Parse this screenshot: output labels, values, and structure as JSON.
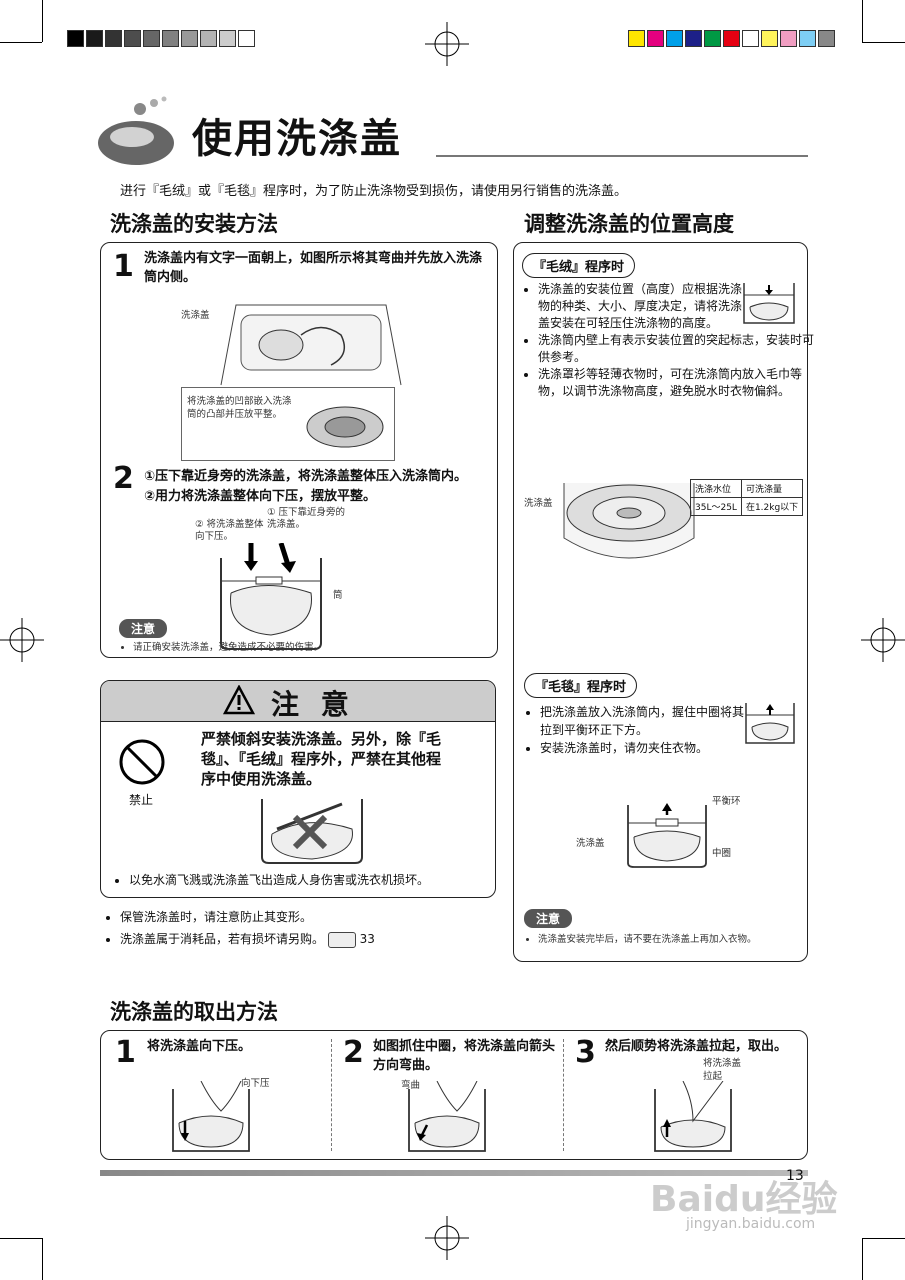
{
  "header": {
    "title": "使用洗涤盖",
    "intro": "进行『毛绒』或『毛毯』程序时，为了防止洗涤物受到损伤，请使用另行销售的洗涤盖。"
  },
  "install": {
    "heading": "洗涤盖的安装方法",
    "step1": {
      "number": "1",
      "text": "洗涤盖内有文字一面朝上，如图所示将其弯曲并先放入洗涤筒内侧。",
      "label_cover": "洗涤盖",
      "callout": "将洗涤盖的凹部嵌入洗涤筒的凸部并压放平整。"
    },
    "step2": {
      "number": "2",
      "line1": "①压下靠近身旁的洗涤盖，将洗涤盖整体压入洗涤筒内。",
      "line2": "②用力将洗涤盖整体向下压，摆放平整。",
      "label1": "① 压下靠近身旁的洗涤盖。",
      "label2": "② 将洗涤盖整体向下压。",
      "label_tub": "筒"
    },
    "note_badge": "注意",
    "note_text": "请正确安装洗涤盖，避免造成不必要的伤害。"
  },
  "caution": {
    "heading": "注 意",
    "warning": "严禁倾斜安装洗涤盖。另外，除『毛毯』、『毛绒』程序外，严禁在其他程序中使用洗涤盖。",
    "prohibit_label": "禁止",
    "bullet": "以免水滴飞溅或洗涤盖飞出造成人身伤害或洗衣机损坏。"
  },
  "extra_notes": {
    "n1": "保管洗涤盖时，请注意防止其变形。",
    "n2": "洗涤盖属于消耗品，若有损坏请另购。",
    "ref": "33"
  },
  "adjust": {
    "heading": "调整洗涤盖的位置高度",
    "plush_label": "『毛绒』程序时",
    "plush_bullets": [
      "洗涤盖的安装位置（高度）应根据洗涤物的种类、大小、厚度决定，请将洗涤盖安装在可轻压住洗涤物的高度。",
      "洗涤筒内壁上有表示安装位置的突起标志，安装时可供参考。",
      "洗涤罩衫等轻薄衣物时，可在洗涤筒内放入毛巾等物，以调节洗涤物高度，避免脱水时衣物偏斜。"
    ],
    "table": {
      "headers": [
        "洗涤水位",
        "可洗涤量"
      ],
      "row": [
        "35L～25L",
        "在1.2kg以下"
      ]
    },
    "diagram_label": "洗涤盖",
    "blanket_label": "『毛毯』程序时",
    "blanket_bullets": [
      "把洗涤盖放入洗涤筒内，握住中圈将其拉到平衡环正下方。",
      "安装洗涤盖时，请勿夹住衣物。"
    ],
    "label_balance": "平衡环",
    "label_cover": "洗涤盖",
    "label_ring": "中圈",
    "note_badge": "注意",
    "note_text": "洗涤盖安装完毕后，请不要在洗涤盖上再加入衣物。"
  },
  "remove": {
    "heading": "洗涤盖的取出方法",
    "steps": [
      {
        "number": "1",
        "text": "将洗涤盖向下压。",
        "label": "向下压"
      },
      {
        "number": "2",
        "text": "如图抓住中圈，将洗涤盖向箭头方向弯曲。",
        "label": "弯曲"
      },
      {
        "number": "3",
        "text": "然后顺势将洗涤盖拉起，取出。",
        "label": "将洗涤盖拉起"
      }
    ]
  },
  "footer": {
    "page_number": "13",
    "watermark": "Baidu经验",
    "watermark_url": "jingyan.baidu.com"
  },
  "colors": {
    "accent_gray": "#777777",
    "swatches_gray": [
      "#000000",
      "#1a1a1a",
      "#333333",
      "#4d4d4d",
      "#666666",
      "#808080",
      "#999999",
      "#b3b3b3",
      "#cccccc",
      "#ffffff"
    ],
    "swatches_color": [
      "#ffe600",
      "#e4007f",
      "#00a0e9",
      "#1d2088",
      "#009944",
      "#e60012",
      "#ffffff",
      "#fff45c",
      "#f19ec2",
      "#7ecef4",
      "#888888"
    ]
  }
}
